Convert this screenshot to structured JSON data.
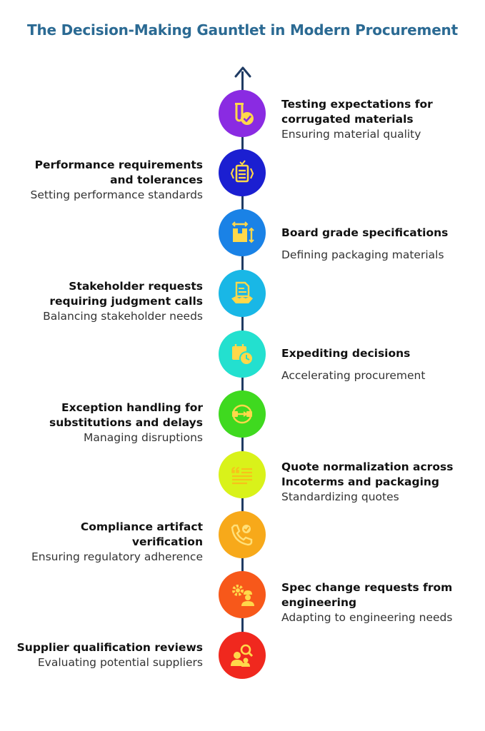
{
  "title": "The Decision-Making Gauntlet in Modern Procurement",
  "steps": [
    {
      "heading": "Testing expectations for corrugated materials",
      "sub": "Ensuring material quality",
      "color": "#8a2be2",
      "icon": "test-tube-check-icon"
    },
    {
      "heading": "Performance requirements and tolerances",
      "sub": "Setting performance standards",
      "color": "#1b1fd1",
      "icon": "checklist-tolerance-icon"
    },
    {
      "heading": "Board grade specifications",
      "sub": "Defining packaging materials",
      "color": "#1a82e6",
      "icon": "box-dimensions-icon"
    },
    {
      "heading": "Stakeholder requests requiring judgment calls",
      "sub": "Balancing stakeholder needs",
      "color": "#19b7e6",
      "icon": "handshake-document-icon"
    },
    {
      "heading": "Expediting decisions",
      "sub": "Accelerating procurement",
      "color": "#23e0cf",
      "icon": "calendar-clock-icon"
    },
    {
      "heading": "Exception handling for substitutions and delays",
      "sub": "Managing disruptions",
      "color": "#3fd91f",
      "icon": "swap-arrows-icon"
    },
    {
      "heading": "Quote normalization across Incoterms and packaging",
      "sub": "Standardizing quotes",
      "color": "#d9f21a",
      "icon": "quote-lines-icon"
    },
    {
      "heading": "Compliance artifact verification",
      "sub": "Ensuring regulatory adherence",
      "color": "#f7a91a",
      "icon": "compliance-check-icon"
    },
    {
      "heading": "Spec change requests from engineering",
      "sub": "Adapting to engineering needs",
      "color": "#f7581a",
      "icon": "gear-engineer-icon"
    },
    {
      "heading": "Supplier qualification reviews",
      "sub": "Evaluating potential suppliers",
      "color": "#f0281e",
      "icon": "people-search-icon"
    }
  ]
}
